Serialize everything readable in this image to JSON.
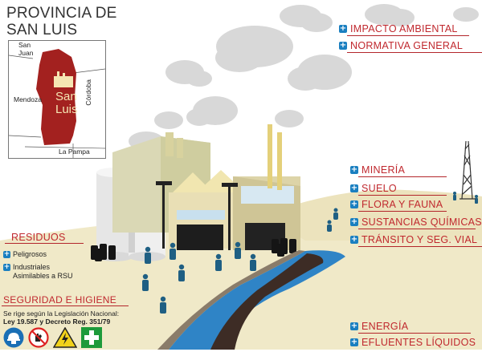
{
  "province": {
    "title_line1": "PROVINCIA DE",
    "title_line2": "SAN LUIS"
  },
  "map": {
    "labels": [
      "San Juan",
      "Mendoza",
      "Córdoba",
      "La Pampa"
    ],
    "city_line1": "San",
    "city_line2": "Luis"
  },
  "right_links": [
    "IMPACTO AMBIENTAL",
    "NORMATIVA GENERAL",
    "MINERÍA",
    "SUELO",
    "FLORA Y FAUNA",
    "SUSTANCIAS QUÍMICAS",
    "TRÁNSITO Y SEG. VIAL",
    "ENERGÍA",
    "EFLUENTES LÍQUIDOS"
  ],
  "residuos": {
    "title": "RESIDUOS",
    "items": [
      "Peligrosos",
      "Industriales Asimilables a RSU"
    ]
  },
  "seguridad": {
    "title": "SEGURIDAD E HIGIENE",
    "note": "Se rige según la Legislación Nacional:",
    "law": "Ley 19.587 y Decreto Reg. 351/79",
    "signs": [
      "helmet-sign",
      "no-touch-sign",
      "high-voltage-sign",
      "first-aid-sign"
    ]
  },
  "colors": {
    "accent_red": "#c0282e",
    "plus_blue": "#1a7fc0",
    "province_red": "#a3211f",
    "river_blue": "#2f84c6",
    "ground": "#f0e9c8"
  }
}
